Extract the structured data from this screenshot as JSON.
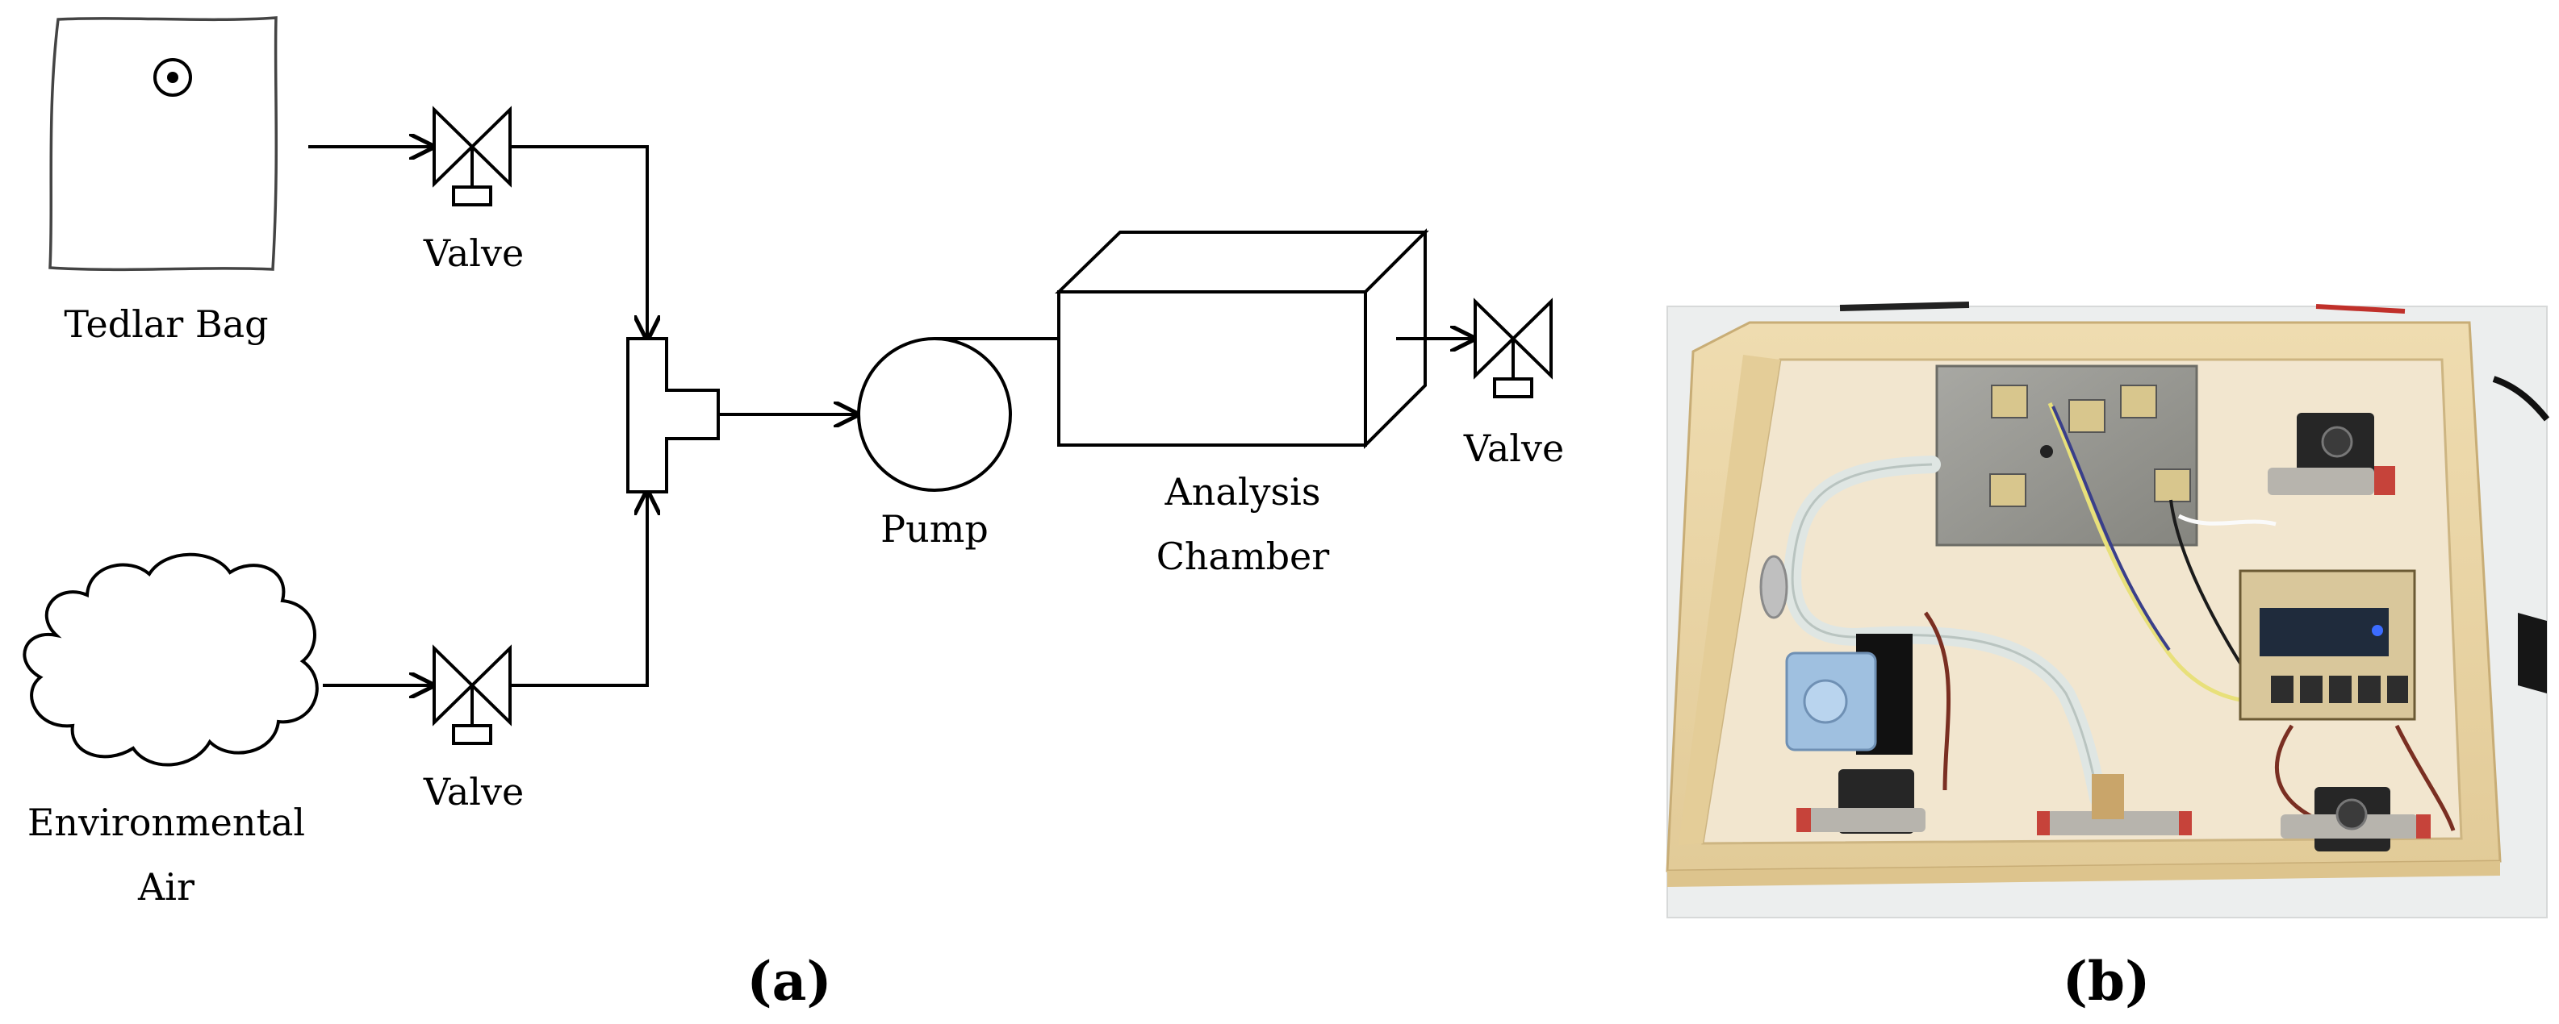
{
  "figure": {
    "panel_a": {
      "caption": "(a)",
      "labels": {
        "tedlar_bag": "Tedlar Bag",
        "environmental_air_line1": "Environmental",
        "environmental_air_line2": "Air",
        "valve_top": "Valve",
        "valve_bottom": "Valve",
        "valve_outlet": "Valve",
        "pump": "Pump",
        "analysis_chamber_line1": "Analysis",
        "analysis_chamber_line2": "Chamber"
      }
    },
    "panel_b": {
      "caption": "(b)"
    },
    "colors": {
      "line": "#000000",
      "bag_outline": "#444444",
      "wood_frame": "#e9d6a6",
      "wood_floor": "#f1e3c8",
      "metal_box": "#9a9a95",
      "pump_blue": "#9fc0e0",
      "solenoid": "#2b2b2b",
      "tubing": "#e6ece9",
      "pcb_green": "#3a4a2c"
    }
  }
}
